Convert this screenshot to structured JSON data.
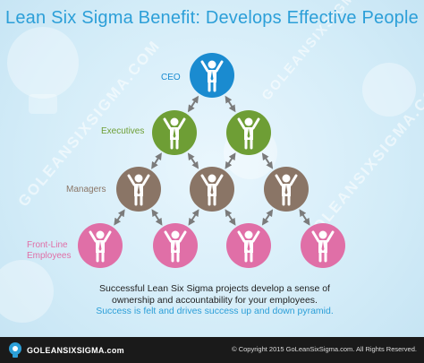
{
  "title": "Lean Six Sigma Benefit: Develops Effective People",
  "levels": {
    "ceo": "CEO",
    "executives": "Executives",
    "managers": "Managers",
    "frontline_1": "Front-Line",
    "frontline_2": "Employees"
  },
  "colors": {
    "title": "#2c9fd8",
    "ceo": "#1a8bd0",
    "executives": "#6e9e35",
    "managers": "#8a7566",
    "frontline": "#e06fa7",
    "arrows": "#7b7b7b"
  },
  "caption": {
    "line1": "Successful Lean Six Sigma projects develop a sense of",
    "line2": "ownership and accountability for your employees.",
    "line3": "Success is felt and drives success up and down pyramid."
  },
  "watermark": "GOLEANSIXSIGMA.COM",
  "footer": {
    "logo_text": "GOLEANSIXSIGMA.com",
    "copyright": "© Copyright 2015 GoLeanSixSigma.com. All Rights Reserved."
  },
  "icons": {
    "person": "person-arms-raised-icon",
    "arrow": "double-arrow-icon",
    "logo": "lightbulb-icon"
  }
}
